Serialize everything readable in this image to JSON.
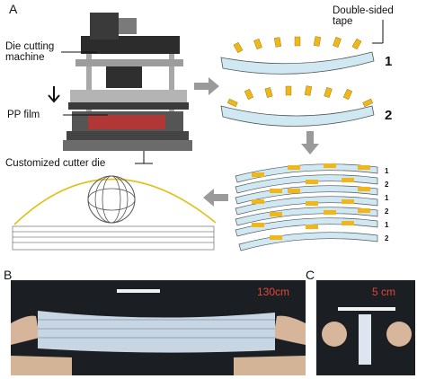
{
  "panel_labels": {
    "a": "A",
    "b": "B",
    "c": "C"
  },
  "panel_a": {
    "die_cutting_machine": "Die cutting\nmachine",
    "pp_film": "PP film",
    "customized_cutter_die": "Customized cutter die",
    "double_sided_tape": "Double-sided\ntape",
    "layer_1": "1",
    "layer_2": "2",
    "stack_labels": [
      "1",
      "2",
      "1",
      "2",
      "1",
      "2"
    ]
  },
  "panel_b": {
    "scale": "130cm"
  },
  "panel_c": {
    "scale": "5 cm"
  },
  "colors": {
    "film": "#cfe8f2",
    "tape": "#f0b71a",
    "arrow": "#9a9a9a",
    "arch": "#e0c21c",
    "scale_text": "#e2463a"
  }
}
